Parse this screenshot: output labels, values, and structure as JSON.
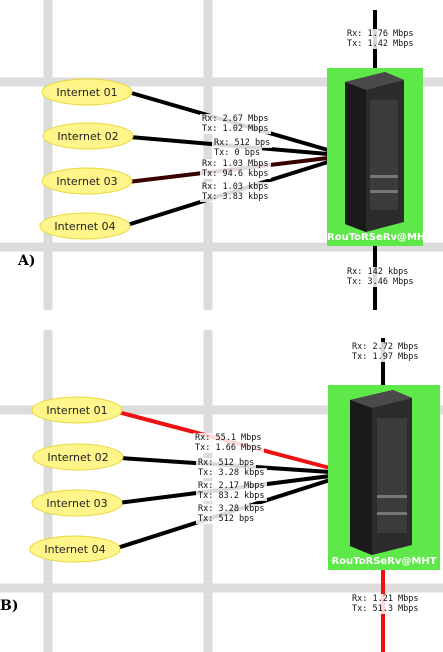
{
  "panels": [
    {
      "tag": "A)",
      "router_label": "RouToRSeRv@MHT",
      "clouds": [
        "Internet 01",
        "Internet 02",
        "Internet 03",
        "Internet 04"
      ],
      "links": [
        {
          "rx": "Rx: 2.67 Mbps",
          "tx": "Tx: 1.02 Mbps",
          "color": "#000000"
        },
        {
          "rx": "Rx: 512 bps",
          "tx": "Tx: 0 bps",
          "color": "#000000"
        },
        {
          "rx": "Rx: 1.03 Mbps",
          "tx": "Tx: 94.6 kbps",
          "color": "#3a0000"
        },
        {
          "rx": "Rx: 1.03 kbps",
          "tx": "Tx: 3.83 kbps",
          "color": "#000000"
        }
      ],
      "top_link": {
        "rx": "Rx: 1.76 Mbps",
        "tx": "Tx: 1.42 Mbps",
        "color": "#000000"
      },
      "bottom_link": {
        "rx": "Rx: 142 kbps",
        "tx": "Tx: 3.46 Mbps",
        "color": "#000000"
      }
    },
    {
      "tag": "B)",
      "router_label": "RouToRSeRv@MHT",
      "clouds": [
        "Internet 01",
        "Internet 02",
        "Internet 03",
        "Internet 04"
      ],
      "links": [
        {
          "rx": "Rx: 55.1 Mbps",
          "tx": "Tx: 1.66 Mbps",
          "color": "#ee1111"
        },
        {
          "rx": "Rx: 512 bps",
          "tx": "Tx: 3.28 kbps",
          "color": "#000000"
        },
        {
          "rx": "Rx: 2.17 Mbps",
          "tx": "Tx: 83.2 kbps",
          "color": "#000000"
        },
        {
          "rx": "Rx: 3.28 kbps",
          "tx": "Tx: 512 bps",
          "color": "#000000"
        }
      ],
      "top_link": {
        "rx": "Rx: 2.72 Mbps",
        "tx": "Tx: 1.97 Mbps",
        "color": "#000000"
      },
      "bottom_link": {
        "rx": "Rx: 1.21 Mbps",
        "tx": "Tx: 51.3 Mbps",
        "color": "#ee1111"
      }
    }
  ],
  "colors": {
    "cloud_fill": "#fff58a",
    "router_green": "#5fe84a",
    "grid": "#d9d9d9"
  }
}
